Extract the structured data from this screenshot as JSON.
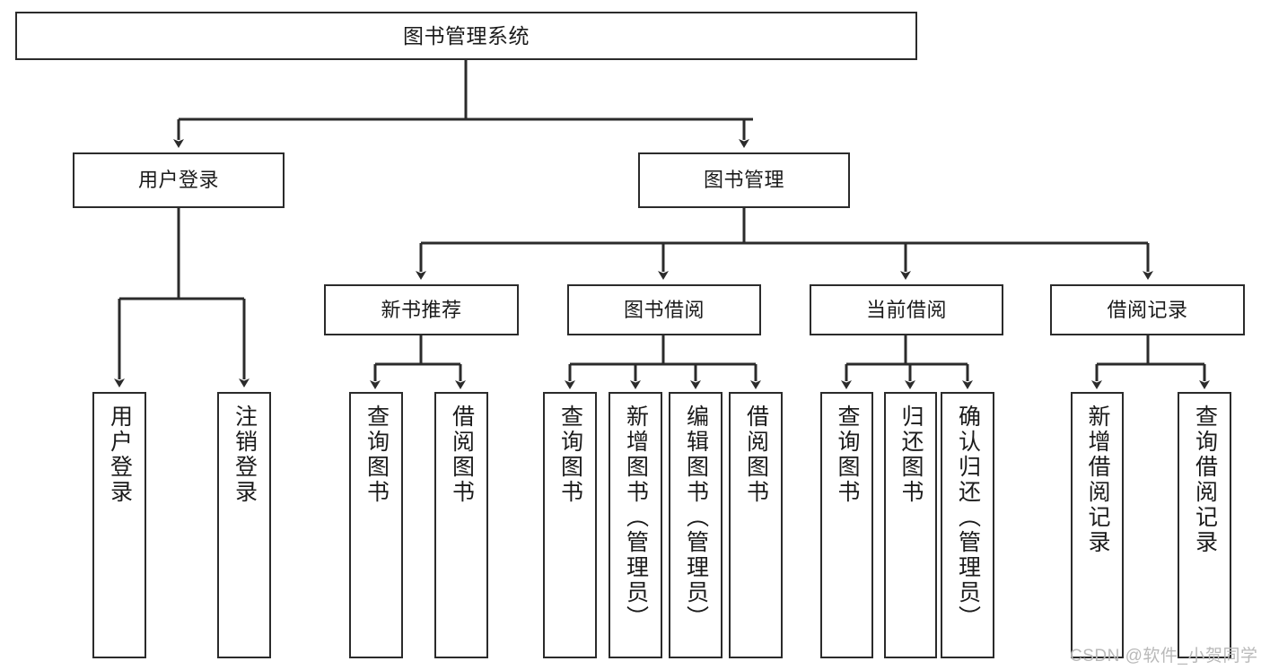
{
  "diagram": {
    "title": "图书管理系统",
    "type": "hierarchy-tree",
    "root": {
      "label": "图书管理系统"
    },
    "level2": [
      {
        "label": "用户登录"
      },
      {
        "label": "图书管理"
      }
    ],
    "level3": [
      {
        "label": "新书推荐"
      },
      {
        "label": "图书借阅"
      },
      {
        "label": "当前借阅"
      },
      {
        "label": "借阅记录"
      }
    ],
    "leaves": {
      "user_login": [
        {
          "label": "用户登录"
        },
        {
          "label": "注销登录"
        }
      ],
      "new_book_recommend": [
        {
          "label": "查询图书"
        },
        {
          "label": "借阅图书"
        }
      ],
      "book_borrow": [
        {
          "label": "查询图书"
        },
        {
          "label": "新增图书（管理员）"
        },
        {
          "label": "编辑图书（管理员）"
        },
        {
          "label": "借阅图书"
        }
      ],
      "current_borrow": [
        {
          "label": "查询图书"
        },
        {
          "label": "归还图书"
        },
        {
          "label": "确认归还（管理员）"
        }
      ],
      "borrow_record": [
        {
          "label": "新增借阅记录"
        },
        {
          "label": "查询借阅记录"
        }
      ]
    }
  },
  "watermark": {
    "text": "CSDN @软件_小贺同学"
  },
  "colors": {
    "stroke": "#2b2b2b",
    "fill": "#ffffff",
    "text": "#1b1b1b",
    "watermark": "#b9b9b9"
  }
}
